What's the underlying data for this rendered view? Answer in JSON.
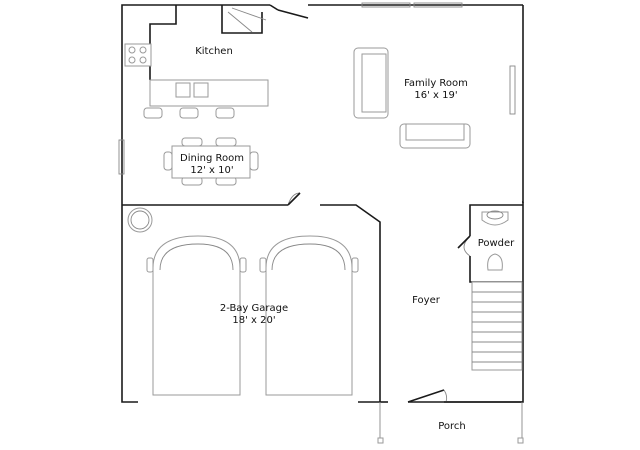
{
  "rooms": {
    "kitchen": {
      "name": "Kitchen",
      "size": ""
    },
    "family": {
      "name": "Family Room",
      "size": "16' x 19'"
    },
    "dining": {
      "name": "Dining Room",
      "size": "12' x 10'"
    },
    "powder": {
      "name": "Powder",
      "size": ""
    },
    "foyer": {
      "name": "Foyer",
      "size": ""
    },
    "garage": {
      "name": "2-Bay Garage",
      "size": "18' x 20'"
    },
    "porch": {
      "name": "Porch",
      "size": ""
    }
  }
}
